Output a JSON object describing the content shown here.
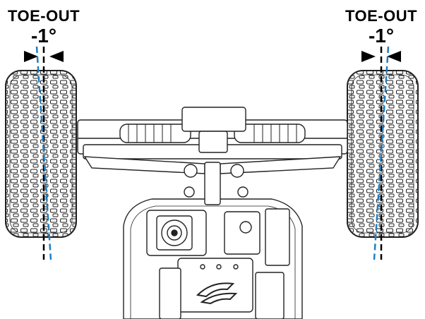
{
  "left": {
    "title": "TOE-OUT",
    "angle": "-1°"
  },
  "right": {
    "title": "TOE-OUT",
    "angle": "-1°"
  },
  "colors": {
    "reference_line": "#000000",
    "toe_line": "#1f7fc4",
    "drawing": "#222222"
  },
  "icons": {
    "wheel": "tire-icon",
    "arrows": "arrow-pair-icon",
    "esc_logo": "logo-icon"
  }
}
